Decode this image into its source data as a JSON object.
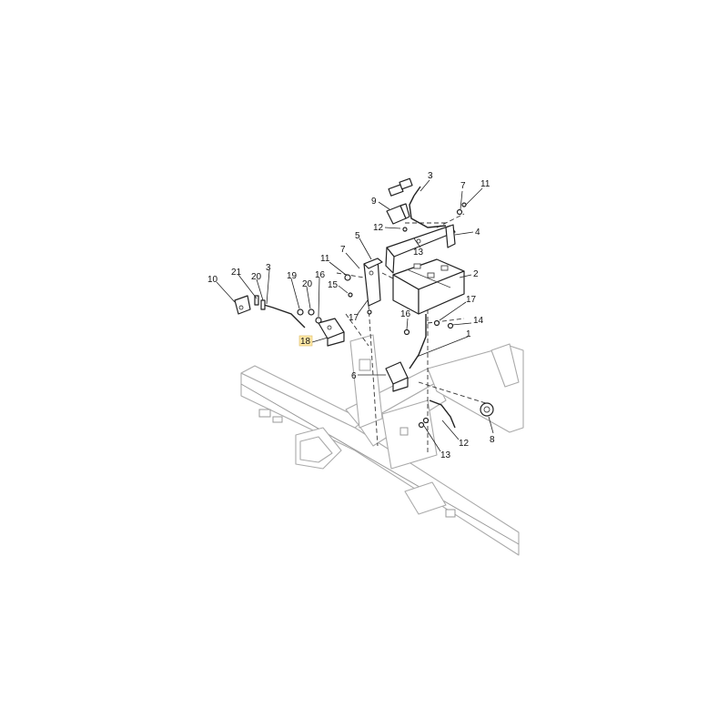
{
  "callouts": {
    "c1": "1",
    "c2": "2",
    "c3a": "3",
    "c3b": "3",
    "c4": "4",
    "c5": "5",
    "c6": "6",
    "c7a": "7",
    "c7b": "7",
    "c8": "8",
    "c9": "9",
    "c10": "10",
    "c11a": "11",
    "c11b": "11",
    "c12a": "12",
    "c12b": "12",
    "c13a": "13",
    "c13b": "13",
    "c14": "14",
    "c15": "15",
    "c16a": "16",
    "c16b": "16",
    "c17a": "17",
    "c17b": "17",
    "c18": "18",
    "c19": "19",
    "c20a": "20",
    "c20b": "20",
    "c21": "21"
  },
  "colors": {
    "highlight": "#ffe9a8",
    "frame": "#aaaaaa",
    "line": "#222222"
  },
  "highlighted_callout": "18"
}
